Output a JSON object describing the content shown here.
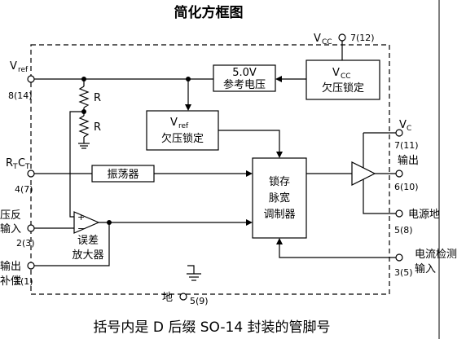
{
  "title": "简化方框图",
  "footer": "括号内是 D 后缀 SO-14 封装的管脚号",
  "pins": {
    "vcc": {
      "label": "V",
      "sub": "CC",
      "number": "7(12)"
    },
    "vref": {
      "label": "V",
      "sub": "ref",
      "number": "8(14)"
    },
    "rtct": {
      "label_r": "R",
      "sub_r": "T",
      "label_c": "C",
      "sub_c": "T",
      "number": "4(7)"
    },
    "feedback": {
      "label_line1": "压反",
      "label_line2": "输入",
      "number": "2(3)"
    },
    "comp": {
      "label_line1": "输出",
      "label_line2": "补偿",
      "number": "1(1)"
    },
    "ground": {
      "label": "地",
      "number": "5(9)"
    },
    "vc": {
      "label": "V",
      "sub": "C",
      "number": "7(11)"
    },
    "output": {
      "label": "输出",
      "number": "6(10)"
    },
    "power_ground": {
      "label": "电源地",
      "number": "5(8)"
    },
    "current_sense": {
      "label_line1": "电流检测",
      "label_line2": "输入",
      "number": "3(5)"
    }
  },
  "blocks": {
    "ref": {
      "line1": "5.0V",
      "line2": "参考电压"
    },
    "vcc_uvlo": {
      "label": "V",
      "sub": "CC",
      "line2": "欠压锁定"
    },
    "vref_uvlo": {
      "label": "V",
      "sub": "ref",
      "line2": "欠压锁定"
    },
    "oscillator": {
      "label": "振荡器"
    },
    "latch": {
      "line1": "锁存",
      "line2": "脉宽",
      "line3": "调制器"
    },
    "error_amp": {
      "line1": "误差",
      "line2": "放大器",
      "plus": "+",
      "minus": "−"
    }
  },
  "resistors": {
    "r1": "R",
    "r2": "R"
  }
}
